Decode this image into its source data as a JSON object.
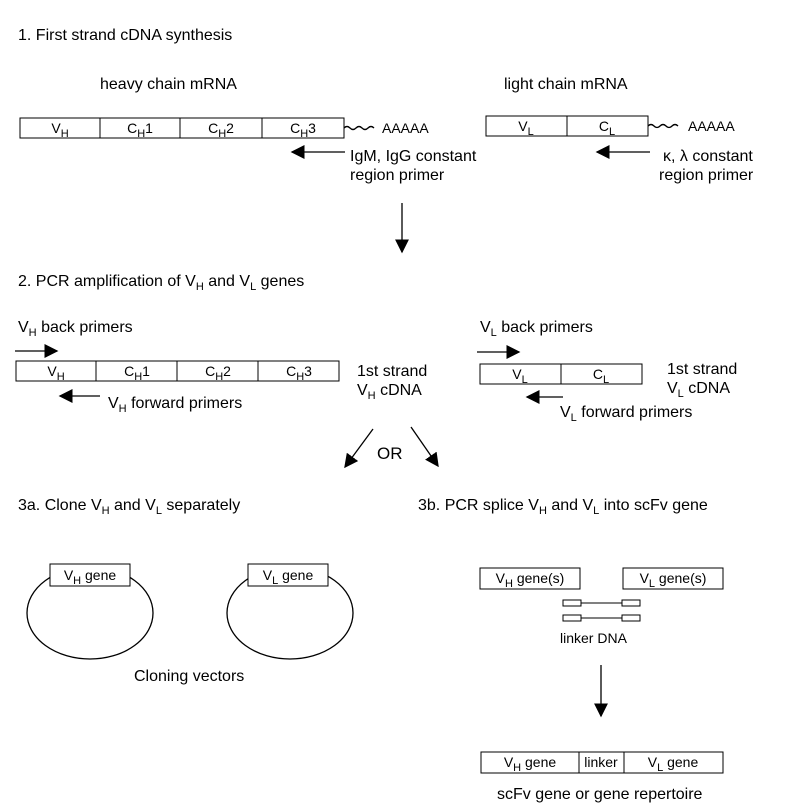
{
  "step1": {
    "title": "1. First strand cDNA synthesis",
    "heavy": {
      "label": "heavy chain mRNA",
      "segments": [
        {
          "main": "V",
          "sub": "H",
          "suffix": ""
        },
        {
          "main": "C",
          "sub": "H",
          "suffix": "1"
        },
        {
          "main": "C",
          "sub": "H",
          "suffix": "2"
        },
        {
          "main": "C",
          "sub": "H",
          "suffix": "3"
        }
      ],
      "polya": "AAAAA",
      "primer_line1": "IgM, IgG constant",
      "primer_line2": "region primer"
    },
    "light": {
      "label": "light chain mRNA",
      "segments": [
        {
          "main": "V",
          "sub": "L",
          "suffix": ""
        },
        {
          "main": "C",
          "sub": "L",
          "suffix": ""
        }
      ],
      "polya": "AAAAA",
      "primer_line1": "κ, λ constant",
      "primer_line2": "region primer"
    }
  },
  "step2": {
    "title_pre": "2. PCR amplification of V",
    "title_sub1": "H",
    "title_mid": " and V",
    "title_sub2": "L",
    "title_post": " genes",
    "heavy": {
      "back_main": "V",
      "back_sub": "H",
      "back_text": " back primers",
      "segments": [
        {
          "main": "V",
          "sub": "H",
          "suffix": ""
        },
        {
          "main": "C",
          "sub": "H",
          "suffix": "1"
        },
        {
          "main": "C",
          "sub": "H",
          "suffix": "2"
        },
        {
          "main": "C",
          "sub": "H",
          "suffix": "3"
        }
      ],
      "fwd_main": "V",
      "fwd_sub": "H",
      "fwd_text": " forward primers",
      "strand_line1": "1st strand",
      "strand_main": "V",
      "strand_sub": "H",
      "strand_text": " cDNA"
    },
    "light": {
      "back_main": "V",
      "back_sub": "L",
      "back_text": " back primers",
      "segments": [
        {
          "main": "V",
          "sub": "L",
          "suffix": ""
        },
        {
          "main": "C",
          "sub": "L",
          "suffix": ""
        }
      ],
      "fwd_main": "V",
      "fwd_sub": "L",
      "fwd_text": " forward primers",
      "strand_line1": "1st strand",
      "strand_main": "V",
      "strand_sub": "L",
      "strand_text": " cDNA"
    },
    "or_label": "OR"
  },
  "step3a": {
    "title_pre": "3a. Clone V",
    "title_sub1": "H",
    "title_mid": " and V",
    "title_sub2": "L",
    "title_post": " separately",
    "vh_gene_main": "V",
    "vh_gene_sub": "H",
    "vh_gene_text": " gene",
    "vl_gene_main": "V",
    "vl_gene_sub": "L",
    "vl_gene_text": " gene",
    "caption": "Cloning vectors"
  },
  "step3b": {
    "title_pre": "3b. PCR splice V",
    "title_sub1": "H",
    "title_mid": " and V",
    "title_sub2": "L",
    "title_post": " into scFv gene",
    "vh_genes_main": "V",
    "vh_genes_sub": "H",
    "vh_genes_text": " gene(s)",
    "vl_genes_main": "V",
    "vl_genes_sub": "L",
    "vl_genes_text": " gene(s)",
    "linker_label": "linker DNA",
    "final_vh_main": "V",
    "final_vh_sub": "H",
    "final_vh_text": " gene",
    "final_linker": "linker",
    "final_vl_main": "V",
    "final_vl_sub": "L",
    "final_vl_text": " gene",
    "caption": "scFv gene or gene repertoire"
  }
}
